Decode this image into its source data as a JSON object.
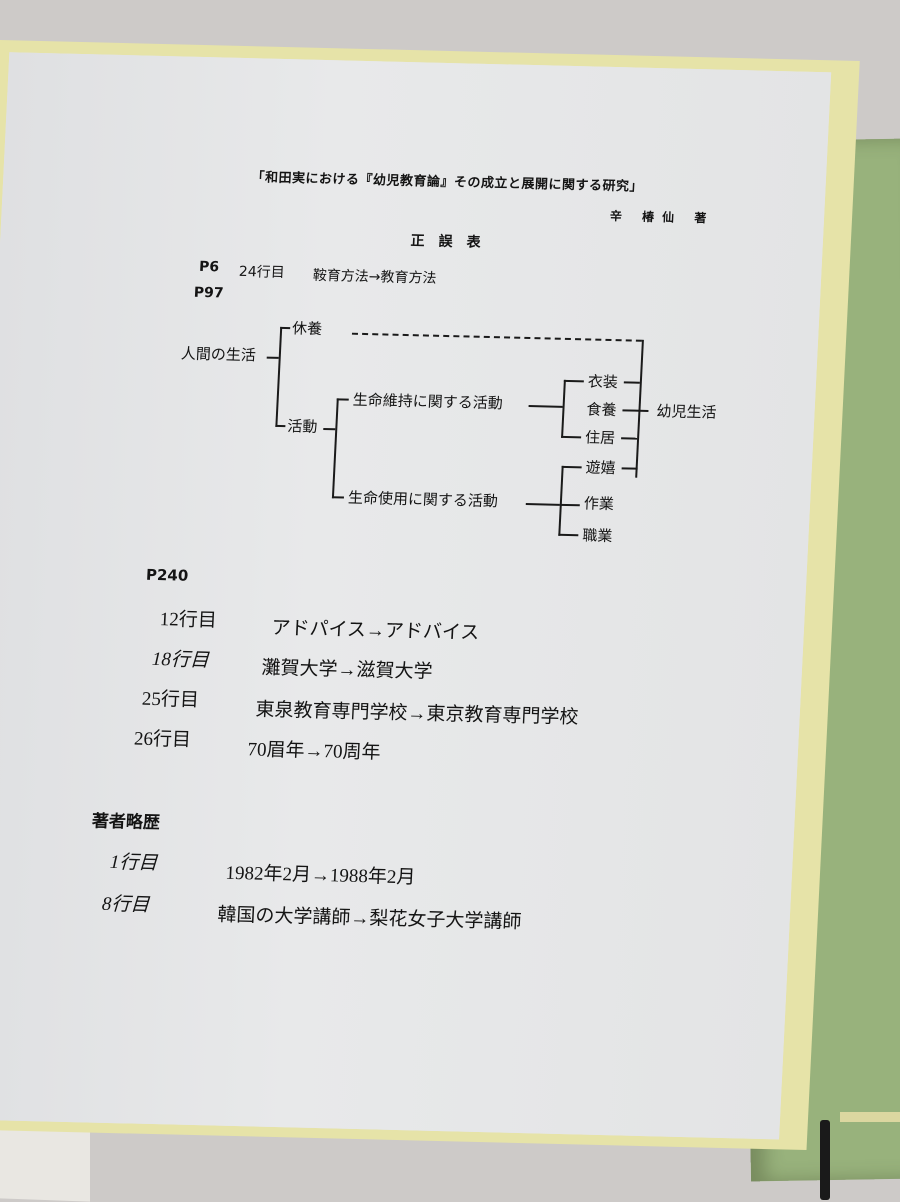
{
  "document": {
    "title": "「和田実における『幼児教育論』その成立と展開に関する研究」",
    "author": "辛 椿仙 著",
    "heading": "正誤表",
    "colors": {
      "paper": "#e4e5e6",
      "cover_border": "#e6e3a8",
      "green_board": "#98b27c",
      "background": "#cdcac8",
      "text": "#141414"
    }
  },
  "corrections": [
    {
      "page": "P6",
      "line": "24行目",
      "text": "鞍育方法→教育方法"
    }
  ],
  "p97": {
    "page": "P97",
    "diagram": {
      "root": "人間の生活",
      "branch_rest": "休養",
      "branch_activity": "活動",
      "activity_children": [
        {
          "label": "生命維持に関する活動",
          "items": [
            "衣装",
            "食養",
            "住居"
          ]
        },
        {
          "label": "生命使用に関する活動",
          "items": [
            "遊嬉",
            "作業",
            "職業"
          ]
        }
      ],
      "target": "幼児生活"
    }
  },
  "p240": {
    "page": "P240",
    "rows": [
      {
        "line": "12行目",
        "text": "アドパイス→アドバイス"
      },
      {
        "line": "18行目",
        "text": "灘賀大学→滋賀大学"
      },
      {
        "line": "25行目",
        "text": "東泉教育専門学校→東京教育専門学校"
      },
      {
        "line": "26行目",
        "text": "70眉年→70周年"
      }
    ]
  },
  "biography": {
    "heading": "著者略歴",
    "rows": [
      {
        "line": "1行目",
        "text": "1982年2月→1988年2月"
      },
      {
        "line": "8行目",
        "text": "韓国の大学講師→梨花女子大学講師"
      }
    ]
  }
}
